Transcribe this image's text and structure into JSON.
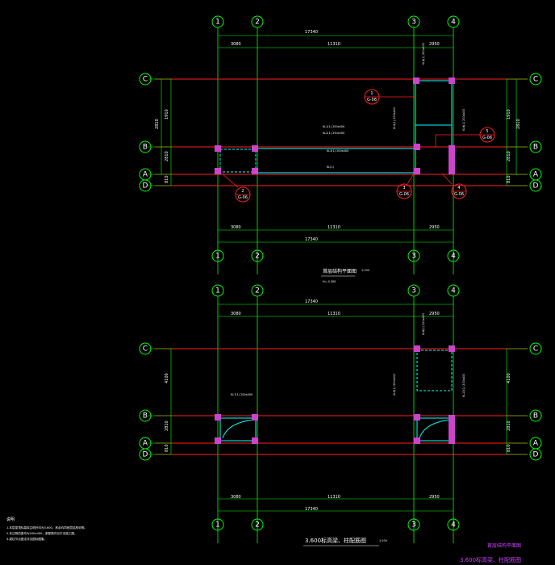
{
  "colors": {
    "background": "#000000",
    "axis_line": "#ff2020",
    "grid_green": "#00ff00",
    "beam_cyan": "#00ffff",
    "column_magenta": "#cc44cc",
    "text": "#ffffff",
    "legend_magenta": "#cc44ff"
  },
  "axes": {
    "vertical": [
      "1",
      "2",
      "3",
      "4"
    ],
    "horizontal": [
      "C",
      "B",
      "A",
      "D"
    ]
  },
  "plan1": {
    "dims_top": {
      "total": "17340",
      "seg1": "3080",
      "seg2": "11310",
      "seg3": "2950"
    },
    "dims_bottom": {
      "total": "17340",
      "seg1": "3080",
      "seg2": "11310",
      "seg3": "2950"
    },
    "dims_left": [
      "1910",
      "2810",
      "2810",
      "810"
    ],
    "dims_right": [
      "1910",
      "2810",
      "2810",
      "810"
    ],
    "beam_notes": [
      "KL1(1) 200x400",
      "KL2(1) 250x500",
      "KL3(1) 200x400",
      "KL4(1) 250x500",
      "KL5(1) 200x400",
      "KL6(1) 200x400",
      "KL(1)"
    ],
    "details": [
      {
        "num": "1",
        "ref": "G-06"
      },
      {
        "num": "2",
        "ref": "G-06"
      },
      {
        "num": "3",
        "ref": "G-06"
      },
      {
        "num": "4",
        "ref": "G-06"
      },
      {
        "num": "5",
        "ref": "G-06"
      }
    ],
    "title": "首层结构平面图",
    "scale": "1:100",
    "subtitle": "H=-0.300"
  },
  "plan2": {
    "dims_top": {
      "total": "17340",
      "seg1": "3080",
      "seg2": "11310",
      "seg3": "2950"
    },
    "dims_bottom": {
      "total": "17340",
      "seg1": "3080",
      "seg2": "11310",
      "seg3": "2950"
    },
    "dims_left": [
      "4100",
      "2810",
      "810"
    ],
    "dims_right": [
      "4100",
      "2810",
      "810"
    ],
    "beam_notes": [
      "KL7(1) 200x400",
      "KL8(1) 200x400",
      "KL9(1) 250x500",
      "KL10(1) 200x400"
    ],
    "title": "3.600标高梁、柱配筋图",
    "scale": "1:100"
  },
  "notes": {
    "heading": "说明",
    "lines": [
      "1.本层梁顶标高除注明外均为3.600，其余均同首层结构说明。",
      "2.未注明的梁均为200x400，梁配筋详见平法施工图。",
      "3.梁柱节点做法详见国标图集。"
    ]
  },
  "legend": {
    "line1": "首层结构平面图",
    "line2": "3.600标高梁、柱配筋图"
  }
}
